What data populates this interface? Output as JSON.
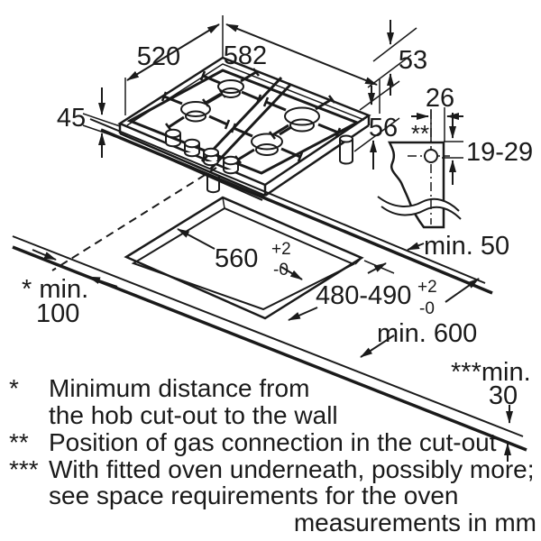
{
  "colors": {
    "ink": "#1a1a1a",
    "burner_cap": "#cccccc",
    "background": "#ffffff"
  },
  "dims": {
    "hob_depth": "520",
    "hob_width": "582",
    "gas_offset_top": "53",
    "hob_height_front": "45",
    "hob_height_gas": "56",
    "gas_conn_offset": "26",
    "gas_conn_depth": "19-29",
    "gas_position_marker": "**",
    "cutout_width": "560",
    "cutout_width_tol_plus": "+2",
    "cutout_width_tol_minus": "-0",
    "cutout_depth": "480-490",
    "cutout_depth_tol_plus": "+2",
    "cutout_depth_tol_minus": "-0",
    "min_wall_back": "min. 50",
    "min_worktop_depth": "min. 600",
    "min_side_line1": "* min.",
    "min_side_line2": "100",
    "min_oven_line1": "***min.",
    "min_oven_line2": "30"
  },
  "footnotes": {
    "rows": [
      {
        "marker": "*",
        "text": "Minimum distance from"
      },
      {
        "marker": "",
        "text": "the hob cut-out to the wall"
      },
      {
        "marker": "**",
        "text": "Position of gas connection in the cut-out"
      },
      {
        "marker": "***",
        "text": "With fitted oven underneath, possibly more;"
      },
      {
        "marker": "",
        "text": "see space requirements for the oven"
      }
    ]
  },
  "units_note": "measurements in mm"
}
